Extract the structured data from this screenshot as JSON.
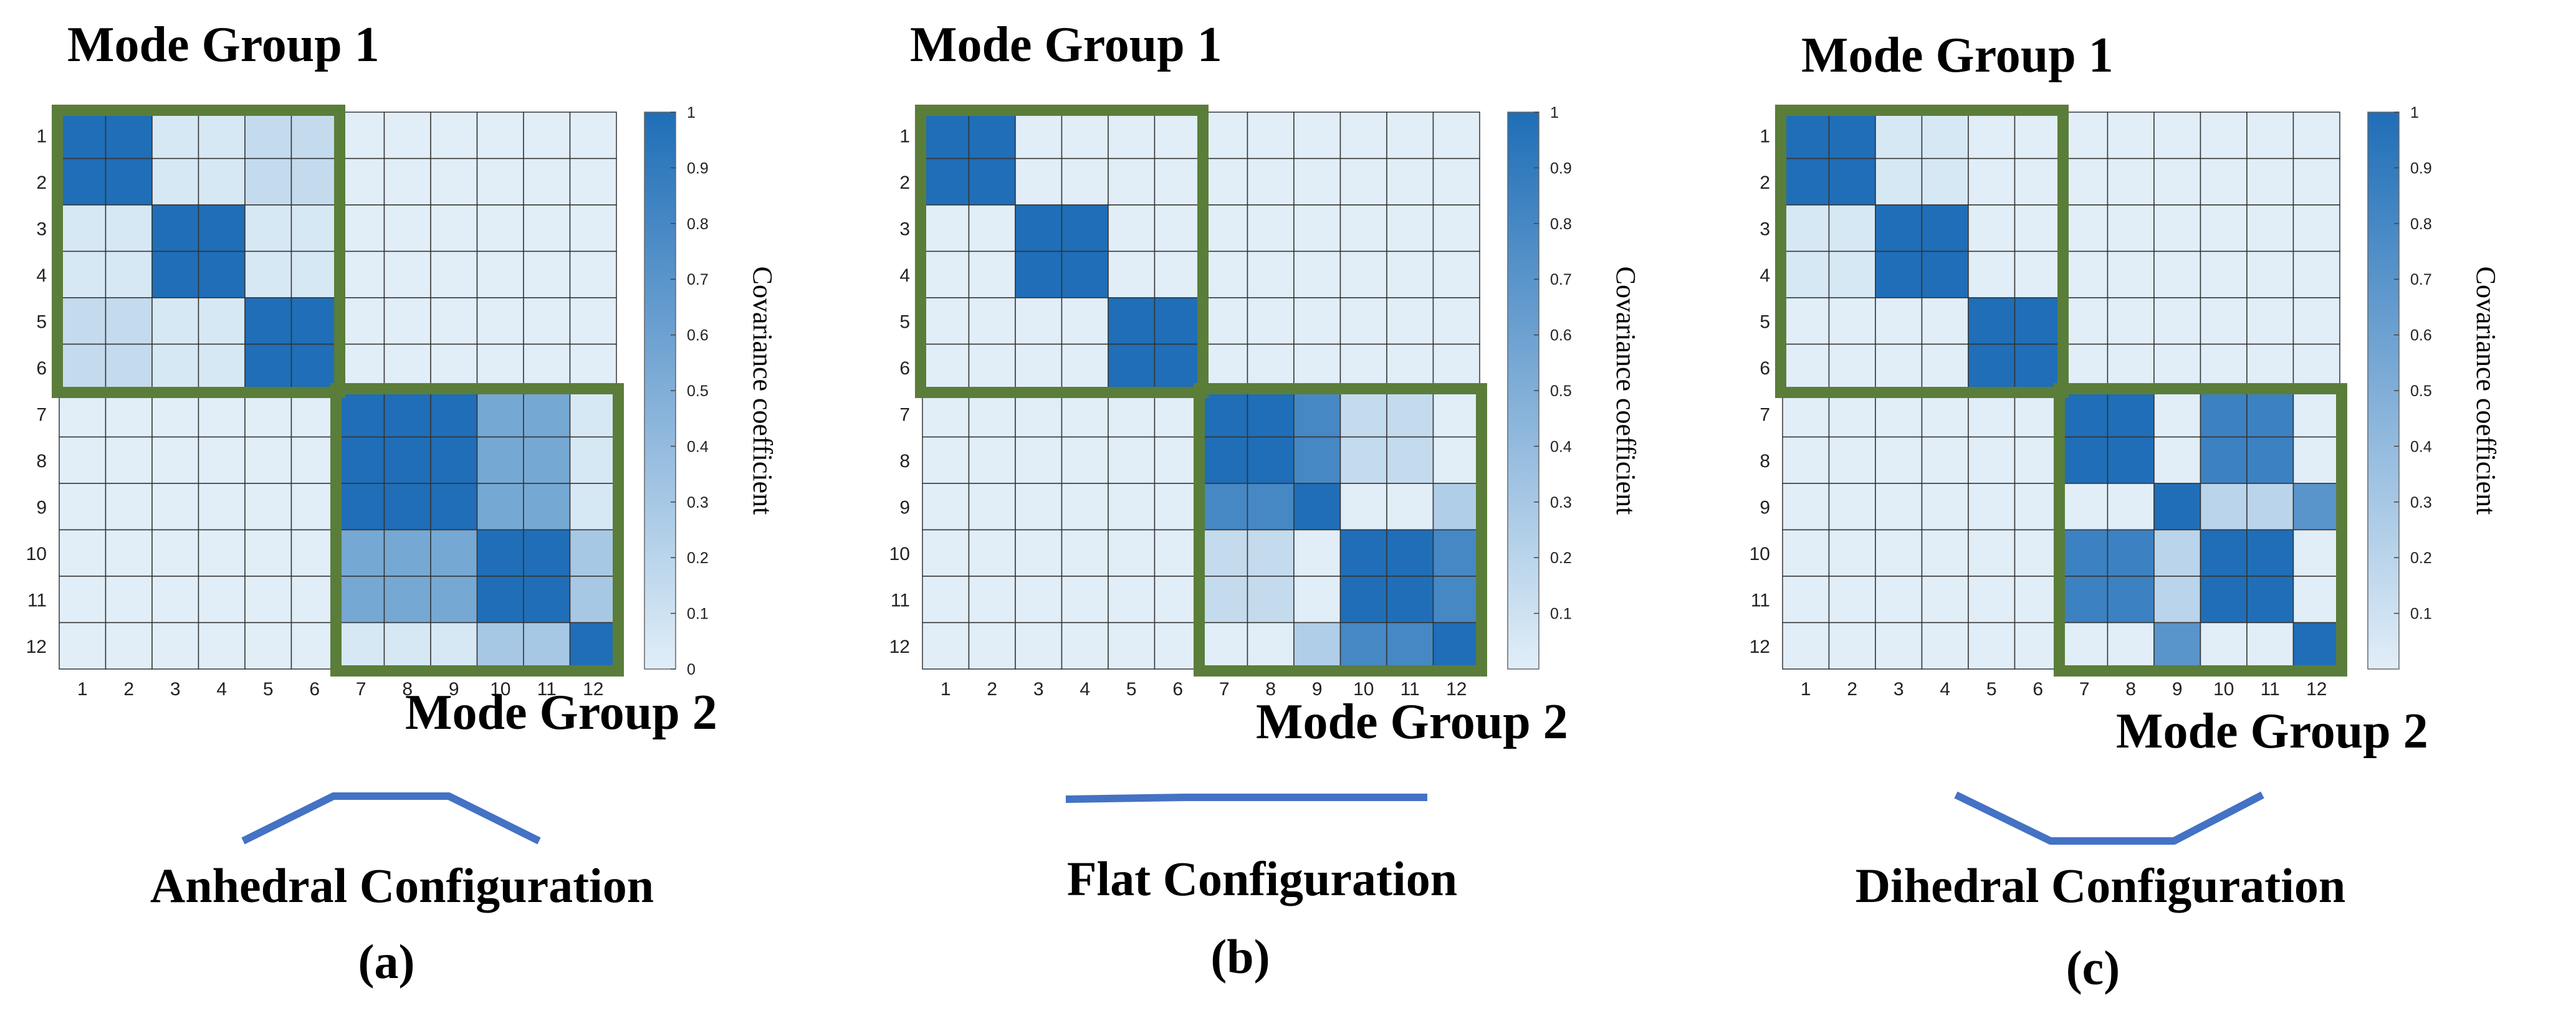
{
  "colors": {
    "cell_low": "#e1eef8",
    "cell_high": "#1f6eb7",
    "group_border": "#5b7d3a",
    "config_line": "#4472c4",
    "grid_line": "#333333"
  },
  "colorbar": {
    "label": "Covariance coefficient",
    "ticks_a": [
      "0",
      "0.1",
      "0.2",
      "0.3",
      "0.4",
      "0.5",
      "0.6",
      "0.7",
      "0.8",
      "0.9",
      "1"
    ],
    "ticks_bc": [
      "0.1",
      "0.2",
      "0.3",
      "0.4",
      "0.5",
      "0.6",
      "0.7",
      "0.8",
      "0.9",
      "1"
    ]
  },
  "group1_label": "Mode Group 1",
  "group2_label": "Mode Group 2",
  "chart_data": [
    {
      "type": "heatmap",
      "panel": "(a)",
      "configuration": "Anhedral Configuration",
      "x": [
        "1",
        "2",
        "3",
        "4",
        "5",
        "6",
        "7",
        "8",
        "9",
        "10",
        "11",
        "12"
      ],
      "y": [
        "1",
        "2",
        "3",
        "4",
        "5",
        "6",
        "7",
        "8",
        "9",
        "10",
        "11",
        "12"
      ],
      "zlim": [
        0,
        1
      ],
      "values": [
        [
          1,
          1,
          0.05,
          0.05,
          0.15,
          0.15,
          0,
          0,
          0,
          0,
          0,
          0
        ],
        [
          1,
          1,
          0.05,
          0.05,
          0.15,
          0.15,
          0,
          0,
          0,
          0,
          0,
          0
        ],
        [
          0.05,
          0.05,
          1,
          1,
          0.05,
          0.05,
          0,
          0,
          0,
          0,
          0,
          0
        ],
        [
          0.05,
          0.05,
          1,
          1,
          0.05,
          0.05,
          0,
          0,
          0,
          0,
          0,
          0
        ],
        [
          0.15,
          0.15,
          0.05,
          0.05,
          1,
          1,
          0,
          0,
          0,
          0,
          0,
          0
        ],
        [
          0.15,
          0.15,
          0.05,
          0.05,
          1,
          1,
          0,
          0,
          0,
          0,
          0,
          0
        ],
        [
          0,
          0,
          0,
          0,
          0,
          0,
          1,
          1,
          1,
          0.55,
          0.55,
          0.05
        ],
        [
          0,
          0,
          0,
          0,
          0,
          0,
          1,
          1,
          1,
          0.55,
          0.55,
          0.05
        ],
        [
          0,
          0,
          0,
          0,
          0,
          0,
          1,
          1,
          1,
          0.55,
          0.55,
          0.05
        ],
        [
          0,
          0,
          0,
          0,
          0,
          0,
          0.55,
          0.55,
          0.55,
          1,
          1,
          0.3
        ],
        [
          0,
          0,
          0,
          0,
          0,
          0,
          0.55,
          0.55,
          0.55,
          1,
          1,
          0.3
        ],
        [
          0,
          0,
          0,
          0,
          0,
          0,
          0.05,
          0.05,
          0.05,
          0.3,
          0.3,
          1
        ]
      ]
    },
    {
      "type": "heatmap",
      "panel": "(b)",
      "configuration": "Flat Configuration",
      "x": [
        "1",
        "2",
        "3",
        "4",
        "5",
        "6",
        "7",
        "8",
        "9",
        "10",
        "11",
        "12"
      ],
      "y": [
        "1",
        "2",
        "3",
        "4",
        "5",
        "6",
        "7",
        "8",
        "9",
        "10",
        "11",
        "12"
      ],
      "zlim": [
        0,
        1
      ],
      "values": [
        [
          1,
          1,
          0,
          0,
          0,
          0,
          0,
          0,
          0,
          0,
          0,
          0
        ],
        [
          1,
          1,
          0,
          0,
          0,
          0,
          0,
          0,
          0,
          0,
          0,
          0
        ],
        [
          0,
          0,
          1,
          1,
          0,
          0,
          0,
          0,
          0,
          0,
          0,
          0
        ],
        [
          0,
          0,
          1,
          1,
          0,
          0,
          0,
          0,
          0,
          0,
          0,
          0
        ],
        [
          0,
          0,
          0,
          0,
          1,
          1,
          0,
          0,
          0,
          0,
          0,
          0
        ],
        [
          0,
          0,
          0,
          0,
          1,
          1,
          0,
          0,
          0,
          0,
          0,
          0
        ],
        [
          0,
          0,
          0,
          0,
          0,
          0,
          1,
          1,
          0.8,
          0.15,
          0.15,
          0
        ],
        [
          0,
          0,
          0,
          0,
          0,
          0,
          1,
          1,
          0.8,
          0.15,
          0.15,
          0
        ],
        [
          0,
          0,
          0,
          0,
          0,
          0,
          0.8,
          0.8,
          1,
          0,
          0,
          0.25
        ],
        [
          0,
          0,
          0,
          0,
          0,
          0,
          0.15,
          0.15,
          0,
          1,
          1,
          0.8
        ],
        [
          0,
          0,
          0,
          0,
          0,
          0,
          0.15,
          0.15,
          0,
          1,
          1,
          0.8
        ],
        [
          0,
          0,
          0,
          0,
          0,
          0,
          0,
          0,
          0.25,
          0.8,
          0.8,
          1
        ]
      ]
    },
    {
      "type": "heatmap",
      "panel": "(c)",
      "configuration": "Dihedral Configuration",
      "x": [
        "1",
        "2",
        "3",
        "4",
        "5",
        "6",
        "7",
        "8",
        "9",
        "10",
        "11",
        "12"
      ],
      "y": [
        "1",
        "2",
        "3",
        "4",
        "5",
        "6",
        "7",
        "8",
        "9",
        "10",
        "11",
        "12"
      ],
      "zlim": [
        0,
        1
      ],
      "values": [
        [
          1,
          1,
          0.05,
          0.05,
          0,
          0,
          0,
          0,
          0,
          0,
          0,
          0
        ],
        [
          1,
          1,
          0.05,
          0.05,
          0,
          0,
          0,
          0,
          0,
          0,
          0,
          0
        ],
        [
          0.05,
          0.05,
          1,
          1,
          0,
          0,
          0,
          0,
          0,
          0,
          0,
          0
        ],
        [
          0.05,
          0.05,
          1,
          1,
          0,
          0,
          0,
          0,
          0,
          0,
          0,
          0
        ],
        [
          0,
          0,
          0,
          0,
          1,
          1,
          0,
          0,
          0,
          0,
          0,
          0
        ],
        [
          0,
          0,
          0,
          0,
          1,
          1,
          0,
          0,
          0,
          0,
          0,
          0
        ],
        [
          0,
          0,
          0,
          0,
          0,
          0,
          1,
          1,
          0,
          0.85,
          0.85,
          0
        ],
        [
          0,
          0,
          0,
          0,
          0,
          0,
          1,
          1,
          0,
          0.85,
          0.85,
          0
        ],
        [
          0,
          0,
          0,
          0,
          0,
          0,
          0,
          0,
          1,
          0.2,
          0.2,
          0.7
        ],
        [
          0,
          0,
          0,
          0,
          0,
          0,
          0.85,
          0.85,
          0.2,
          1,
          1,
          0
        ],
        [
          0,
          0,
          0,
          0,
          0,
          0,
          0.85,
          0.85,
          0.2,
          1,
          1,
          0
        ],
        [
          0,
          0,
          0,
          0,
          0,
          0,
          0,
          0,
          0.7,
          0,
          0,
          1
        ]
      ]
    }
  ]
}
